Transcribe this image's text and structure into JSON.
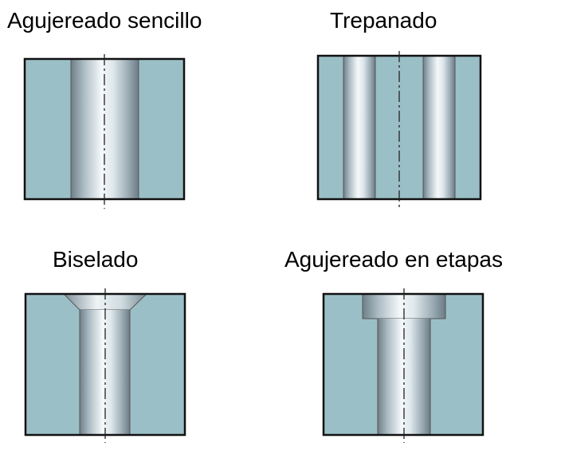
{
  "colors": {
    "material": "#9bbfc6",
    "outline": "#111111",
    "hole_edge": "#7a8a92",
    "hole_highlight": "#f2f6f8"
  },
  "panels": [
    {
      "id": "simple",
      "title": "Agujereado sencillo"
    },
    {
      "id": "trepan",
      "title": "Trepanado"
    },
    {
      "id": "chamfer",
      "title": "Biselado"
    },
    {
      "id": "stepped",
      "title": "Agujereado en etapas"
    }
  ]
}
